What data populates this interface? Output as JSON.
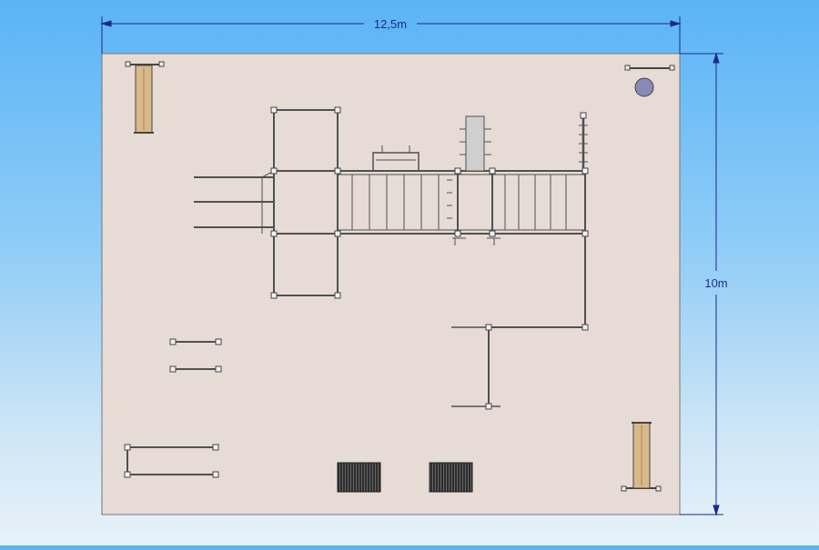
{
  "dimensions": {
    "width_label": "12,5m",
    "height_label": "10m"
  },
  "colors": {
    "background_top": "#5ab4f6",
    "background_bottom": "#e8f2f9",
    "ground": "#e6dcd5",
    "dimension_line": "#1a2a8a",
    "frame": "#505050",
    "wood": "#d9b98a",
    "sphere": "#8a8ab8",
    "mat": "#3a3a3a"
  },
  "equipment": [
    "wooden-bench",
    "wooden-bench",
    "climbing-frame",
    "monkey-bars",
    "climbing-wall",
    "pull-up-bars",
    "parallel-bars",
    "balance-ball",
    "rubber-mats"
  ]
}
